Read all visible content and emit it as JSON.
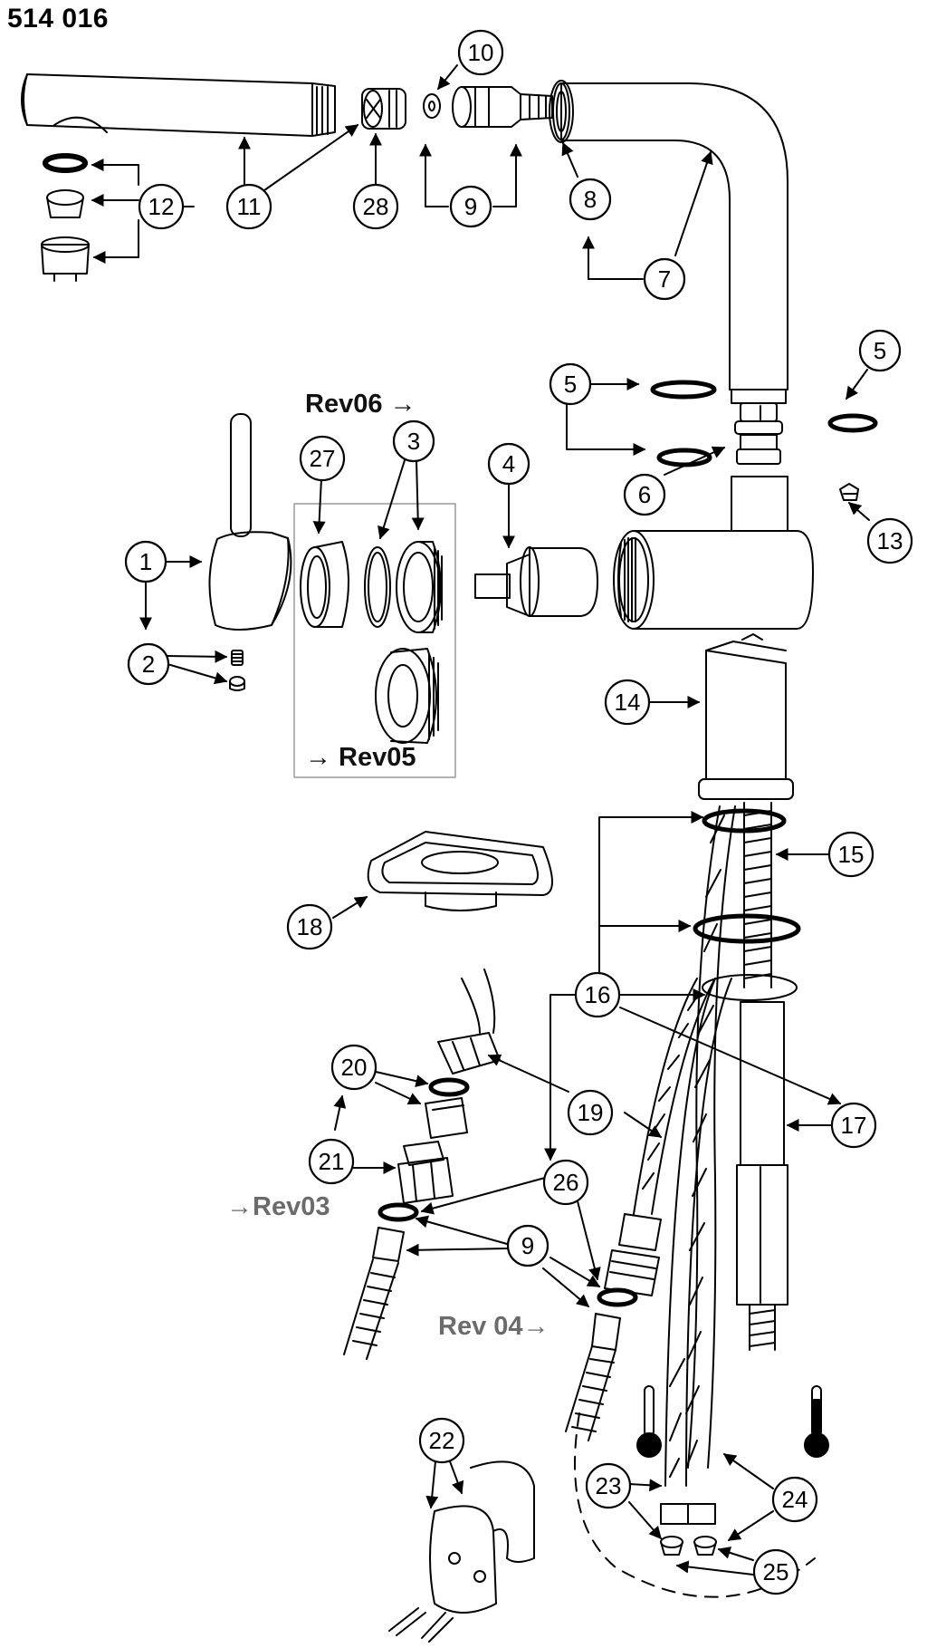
{
  "document": {
    "title": "514 016"
  },
  "revisions": {
    "rev06": "Rev06 →",
    "rev05": "→ Rev05",
    "rev03": "→Rev03",
    "rev04": "Rev 04→"
  },
  "callouts": [
    {
      "id": "c1",
      "label": "1"
    },
    {
      "id": "c2",
      "label": "2"
    },
    {
      "id": "c3",
      "label": "3"
    },
    {
      "id": "c4",
      "label": "4"
    },
    {
      "id": "c5a",
      "label": "5"
    },
    {
      "id": "c5b",
      "label": "5"
    },
    {
      "id": "c6",
      "label": "6"
    },
    {
      "id": "c7",
      "label": "7"
    },
    {
      "id": "c8",
      "label": "8"
    },
    {
      "id": "c9a",
      "label": "9"
    },
    {
      "id": "c9b",
      "label": "9"
    },
    {
      "id": "c10",
      "label": "10"
    },
    {
      "id": "c11",
      "label": "11"
    },
    {
      "id": "c12",
      "label": "12"
    },
    {
      "id": "c13",
      "label": "13"
    },
    {
      "id": "c14",
      "label": "14"
    },
    {
      "id": "c15",
      "label": "15"
    },
    {
      "id": "c16",
      "label": "16"
    },
    {
      "id": "c17",
      "label": "17"
    },
    {
      "id": "c18",
      "label": "18"
    },
    {
      "id": "c19",
      "label": "19"
    },
    {
      "id": "c20",
      "label": "20"
    },
    {
      "id": "c21",
      "label": "21"
    },
    {
      "id": "c22",
      "label": "22"
    },
    {
      "id": "c23",
      "label": "23"
    },
    {
      "id": "c24",
      "label": "24"
    },
    {
      "id": "c25",
      "label": "25"
    },
    {
      "id": "c26",
      "label": "26"
    },
    {
      "id": "c27",
      "label": "27"
    },
    {
      "id": "c28",
      "label": "28"
    }
  ]
}
